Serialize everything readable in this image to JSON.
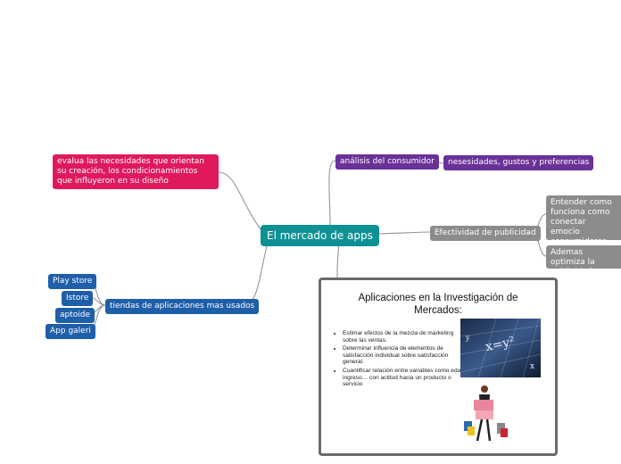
{
  "colors": {
    "root": "#0e9194",
    "pink": "#e0195f",
    "purple": "#6a3198",
    "gray": "#8c8c8c",
    "blue": "#1f5ea8",
    "link": "#8e96a0"
  },
  "root": {
    "label": "El mercado de apps"
  },
  "left_top": {
    "text": "evalua las necesidades que orientan su creación, los condicionamientos que influyeron en su diseño"
  },
  "stores": {
    "label": "tiendas de aplicaciones mas usados",
    "items": [
      "Play store",
      "Istore",
      "aptoide",
      "App galeri"
    ]
  },
  "consumer": {
    "label": "análisis del consumidor",
    "child": "nesesidades, gustos y preferencias"
  },
  "ads": {
    "label": "Efectividad de publicidad",
    "child1": "Entender como funciona como conectar emocio consumidores ayuda a mas efectivas",
    "child2": "Ademas optimiza la publicidad"
  },
  "slide": {
    "title": "Aplicaciones en la Investigación de Mercados:",
    "bullets": [
      "Estimar efectos de la mezcla de marketing sobre las ventas.",
      "Determinar influencia de elementos de satisfacción individual sobre satisfacción general.",
      "Cuantificar relación entre variables como edad, ingreso… con actitud hacia un producto o servicio"
    ],
    "image1": "math-formula-image",
    "image2": "shopping-woman-image"
  }
}
